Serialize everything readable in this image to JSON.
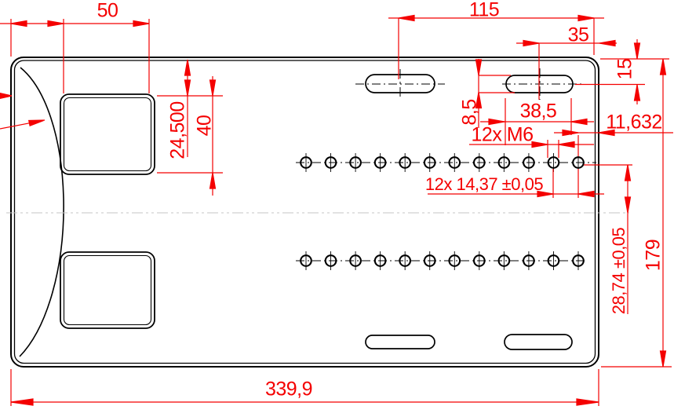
{
  "drawing": {
    "title": "plate-drawing",
    "part": {
      "hole_rows": 2,
      "holes_per_row": 12
    },
    "colors": {
      "dimension": "#f40000",
      "outline": "#000000",
      "centerline": "#c4c4c4",
      "background": "#ffffff"
    },
    "dims": {
      "d50": "50",
      "d115": "115",
      "d35": "35",
      "d15": "15",
      "d24500": "24,500",
      "d40": "40",
      "d85": "8,5",
      "d385": "38,5",
      "m6": "12x M6",
      "d11632": "11,632",
      "pitch": "12x 14,37 ±0,05",
      "d2874": "28,74 ±0,05",
      "d179": "179",
      "d3399": "339,9"
    }
  }
}
